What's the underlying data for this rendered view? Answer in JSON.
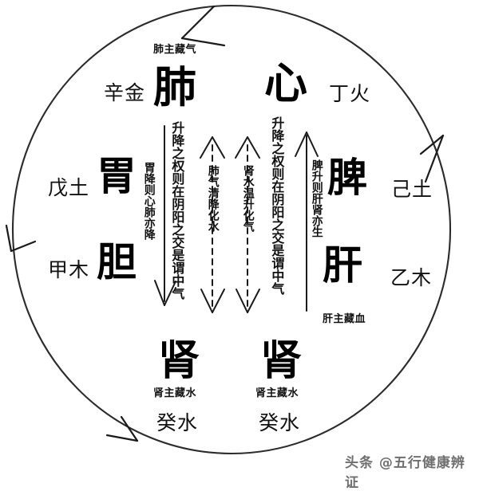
{
  "diagram": {
    "title_hidden": "",
    "circle": {
      "stroke": "#2b2b2b",
      "direction_note": "counterclockwise"
    },
    "top": {
      "lung_caption": "肺主藏气",
      "lung": "肺",
      "lung_stem": "辛金",
      "heart": "心",
      "heart_stem": "丁火"
    },
    "left": {
      "stomach": "胃",
      "stomach_stem": "戊土",
      "gallbladder": "胆",
      "gallbladder_stem": "甲木"
    },
    "right": {
      "spleen": "脾",
      "spleen_stem": "己土",
      "liver": "肝",
      "liver_stem": "乙木",
      "liver_caption": "肝主藏血"
    },
    "bottom": {
      "kidney_left": "肾",
      "kidney_left_caption": "肾主藏水",
      "kidney_left_stem": "癸水",
      "kidney_right": "肾",
      "kidney_right_caption": "肾主藏水",
      "kidney_right_stem": "癸水"
    },
    "columns": [
      {
        "id": "col-stomach-descend",
        "text": "胃降则心肺亦降",
        "style": "plain"
      },
      {
        "id": "col-center-qi-left",
        "text": "升降之权则在阴阳之交是谓中气",
        "style": "plain"
      },
      {
        "id": "col-lung-qi",
        "text": "肺气清降化水",
        "style": "dashed-arrow"
      },
      {
        "id": "col-kidney-water",
        "text": "肾水温升化气",
        "style": "dashed-arrow"
      },
      {
        "id": "col-center-qi-right",
        "text": "升降之权则在阴阳之交是谓中气",
        "style": "plain"
      },
      {
        "id": "col-spleen-ascend",
        "text": "脾升则肝肾亦生",
        "style": "plain"
      }
    ],
    "arrows": {
      "left_solid": "down",
      "left_dashed": "down",
      "right_dashed": "up",
      "right_solid": "up",
      "outer_top": "left",
      "outer_right": "up",
      "outer_bottom_left": "right",
      "outer_left": "down"
    },
    "watermark": "头条 @五行健康辨证"
  }
}
